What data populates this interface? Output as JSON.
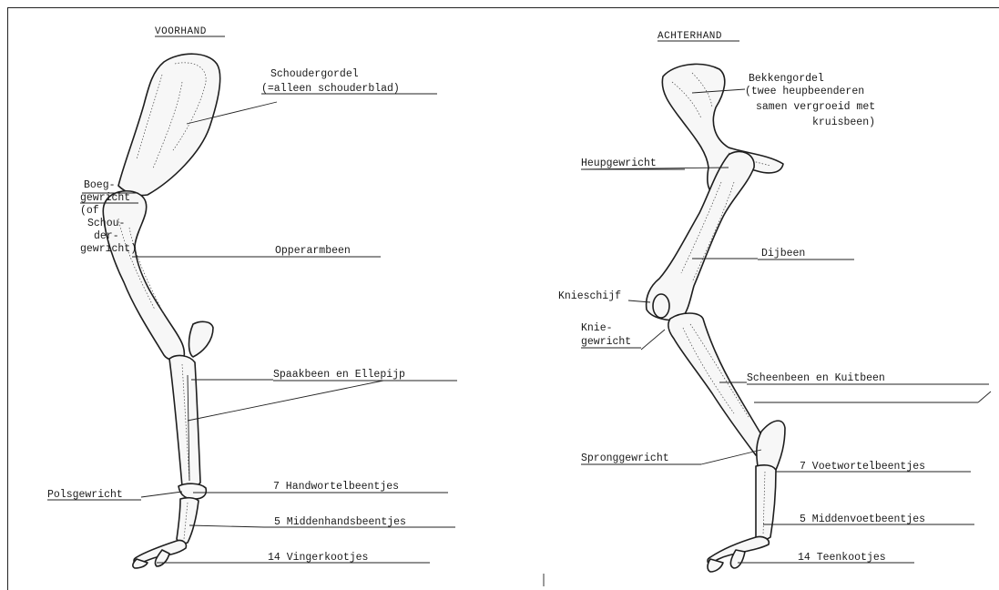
{
  "sections": {
    "front": {
      "title": "VOORHAND"
    },
    "hind": {
      "title": "ACHTERHAND"
    }
  },
  "front_labels": {
    "schoudergordel": "Schoudergordel",
    "schoudergordel_sub": "(=alleen schouderblad)",
    "boeg_1": "Boeg-",
    "boeg_2": "gewricht",
    "boeg_3": "(of",
    "boeg_4": "Schou-",
    "boeg_5": "der-",
    "boeg_6": "gewricht)",
    "opperarmbeen": "Opperarmbeen",
    "spaakbeen": "Spaakbeen en Ellepijp",
    "polsgewricht": "Polsgewricht",
    "handwortel": "7 Handwortelbeentjes",
    "middenhand": "5 Middenhandsbeentjes",
    "vingerkootjes": "14 Vingerkootjes"
  },
  "hind_labels": {
    "bekkengordel": "Bekkengordel",
    "bekken_sub1": "(twee heupbeenderen",
    "bekken_sub2": "samen vergroeid met",
    "bekken_sub3": "kruisbeen)",
    "heupgewricht": "Heupgewricht",
    "dijbeen": "Dijbeen",
    "knieschijf": "Knieschijf",
    "knie_1": "Knie-",
    "knie_2": "gewricht",
    "scheenbeen": "Scheenbeen en Kuitbeen",
    "spronggewricht": "Spronggewricht",
    "voetwortel": "7 Voetwortelbeentjes",
    "middenvoet": "5 Middenvoetbeentjes",
    "teenkootjes": "14 Teenkootjes"
  }
}
